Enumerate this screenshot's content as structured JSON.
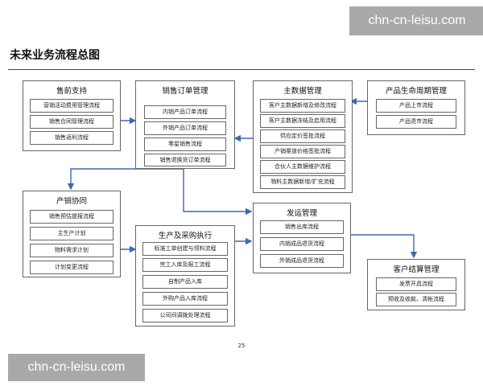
{
  "watermark": "chn-cn-leisu.com",
  "page_title": "未来业务流程总图",
  "page_number": "25",
  "groups": [
    {
      "title": "售前支持",
      "items": [
        "营销活动费用管理流程",
        "销售合同管理流程",
        "销售返利流程"
      ]
    },
    {
      "title": "销售订单管理",
      "items": [
        "内销产品订单流程",
        "外销产品订单流程",
        "零星销售流程",
        "销售退换货订单流程"
      ]
    },
    {
      "title": "主数据管理",
      "items": [
        "客户主数据新增及修改流程",
        "客户主数据冻结及启用流程",
        "供应定价签批流程",
        "产销渠道价格签批流程",
        "合伙人主数据维护流程",
        "物料主数据新增/扩充流程"
      ]
    },
    {
      "title": "产品生命周期管理",
      "items": [
        "产品上市流程",
        "产品退市流程"
      ]
    },
    {
      "title": "产销协同",
      "items": [
        "销售预估提报流程",
        "主生产计划",
        "物料需求计划",
        "计划变更流程"
      ]
    },
    {
      "title": "生产及采购执行",
      "items": [
        "标准工单创建与领料流程",
        "完工入库及报工流程",
        "自制产品入库",
        "外购产品入库流程",
        "公司间调拨处理流程"
      ]
    },
    {
      "title": "发运管理",
      "items": [
        "销售出库流程",
        "内销成品退货流程",
        "外销成品退货流程"
      ]
    },
    {
      "title": "客户结算管理",
      "items": [
        "发票开具流程",
        "预收及收款、清帐流程"
      ]
    }
  ],
  "colors": {
    "arrow": "#3a6ab0",
    "border": "#666666",
    "watermark_bg": "#a9a9a9"
  }
}
